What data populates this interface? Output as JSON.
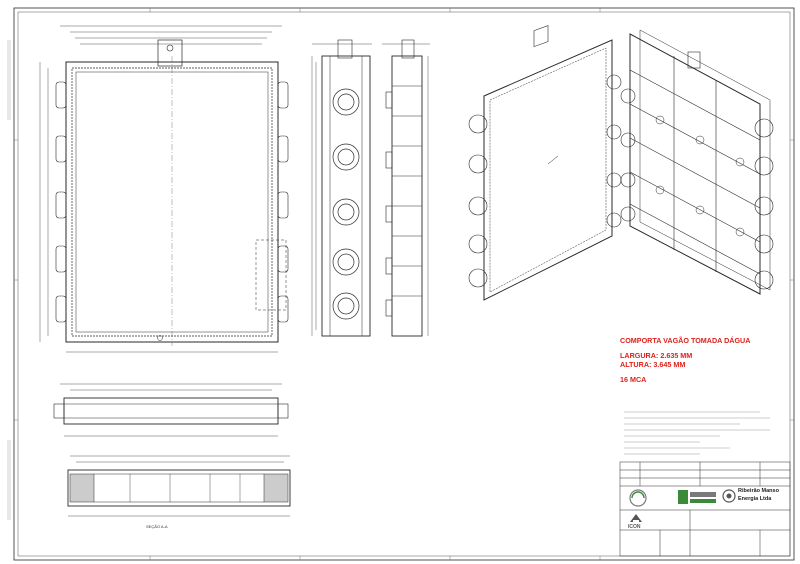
{
  "title_block": {
    "line1": "COMPORTA VAGÃO TOMADA DÁGUA",
    "line2": "LARGURA: 2.635 MM",
    "line3": "ALTURA: 3.645 MM",
    "line4": "16 MCA"
  },
  "logos": {
    "client_name_line1": "Ribeirão Manso",
    "client_name_line2": "Energia Ltda",
    "company_name": "ICON"
  },
  "section_labels": {
    "section_view": "SEÇÃO A-A"
  },
  "colors": {
    "line": "#2a2a2a",
    "accent_red": "#e0201b",
    "logo_green": "#3a8a3a",
    "logo_gray": "#7a7a7a"
  }
}
